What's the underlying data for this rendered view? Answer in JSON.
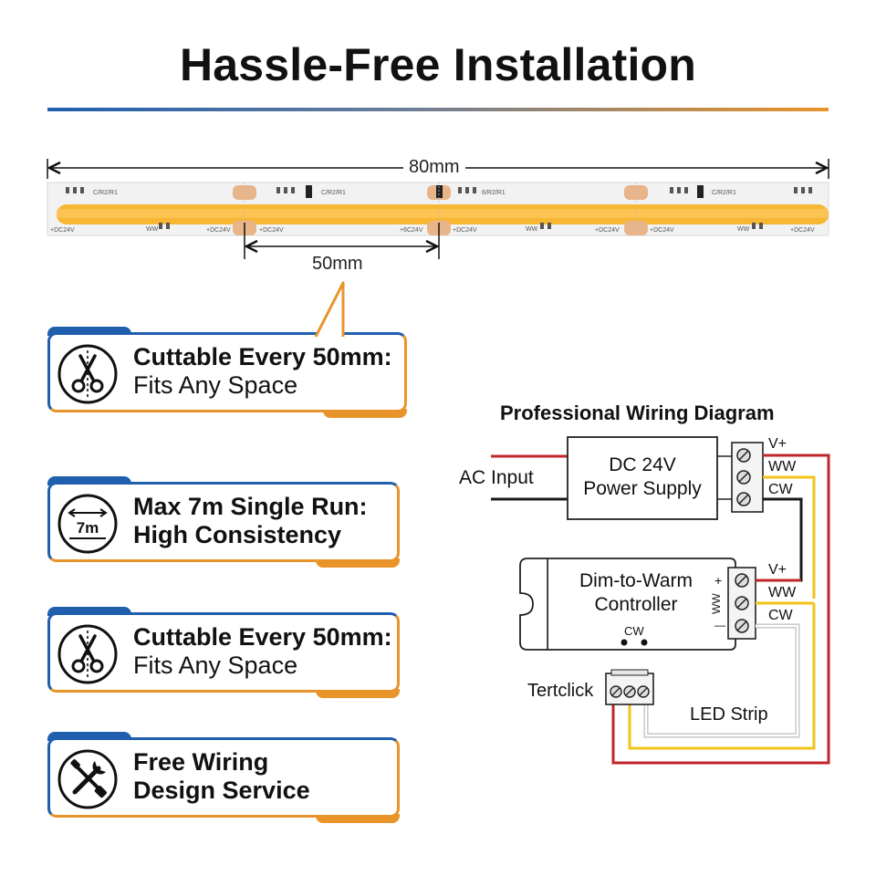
{
  "title": "Hassle-Free Installation",
  "strip": {
    "total_length_label": "80mm",
    "cut_interval_label": "50mm",
    "pad_labels_top": [
      "C/R2/R1",
      "C/R2/R1",
      "6/R2/R1",
      "C/R2/R1"
    ],
    "pad_labels_bottom": [
      "+DC24V",
      "WW",
      "+DC24V",
      "+DC24V",
      "+6C24V",
      "+DC24V",
      "WW",
      "+DC24V",
      "+DC24V",
      "WW",
      "+DC24V"
    ]
  },
  "features": [
    {
      "line1": "Cuttable Every 50mm:",
      "line2": "Fits Any Space",
      "icon": "scissors-icon"
    },
    {
      "line1": "Max 7m Single Run:",
      "line2": "High Consistency",
      "icon": "length-7m-icon",
      "icon_text": "7m"
    },
    {
      "line1": "Cuttable Every 50mm:",
      "line2": "Fits Any Space",
      "icon": "scissors-icon"
    },
    {
      "line1": "Free Wiring",
      "line2": "Design Service",
      "icon": "tools-icon"
    }
  ],
  "wiring": {
    "title": "Professional Wiring Diagram",
    "ac_input": "AC Input",
    "psu_line1": "DC 24V",
    "psu_line2": "Power Supply",
    "psu_terms": [
      "V+",
      "WW",
      "CW"
    ],
    "controller_line1": "Dim-to-Warm",
    "controller_line2": "Controller",
    "controller_marks": [
      "+",
      "WW",
      "—"
    ],
    "controller_cw": "CW",
    "ctrl_terms": [
      "V+",
      "WW",
      "CW"
    ],
    "tertclick": "Tertclick",
    "led_strip": "LED Strip"
  },
  "colors": {
    "blue": "#1f5fae",
    "orange": "#e8942a",
    "wire_red": "#c0262a",
    "wire_yellow": "#f2c318",
    "wire_black": "#1a1a1a",
    "led_amber": "#f7b733"
  }
}
